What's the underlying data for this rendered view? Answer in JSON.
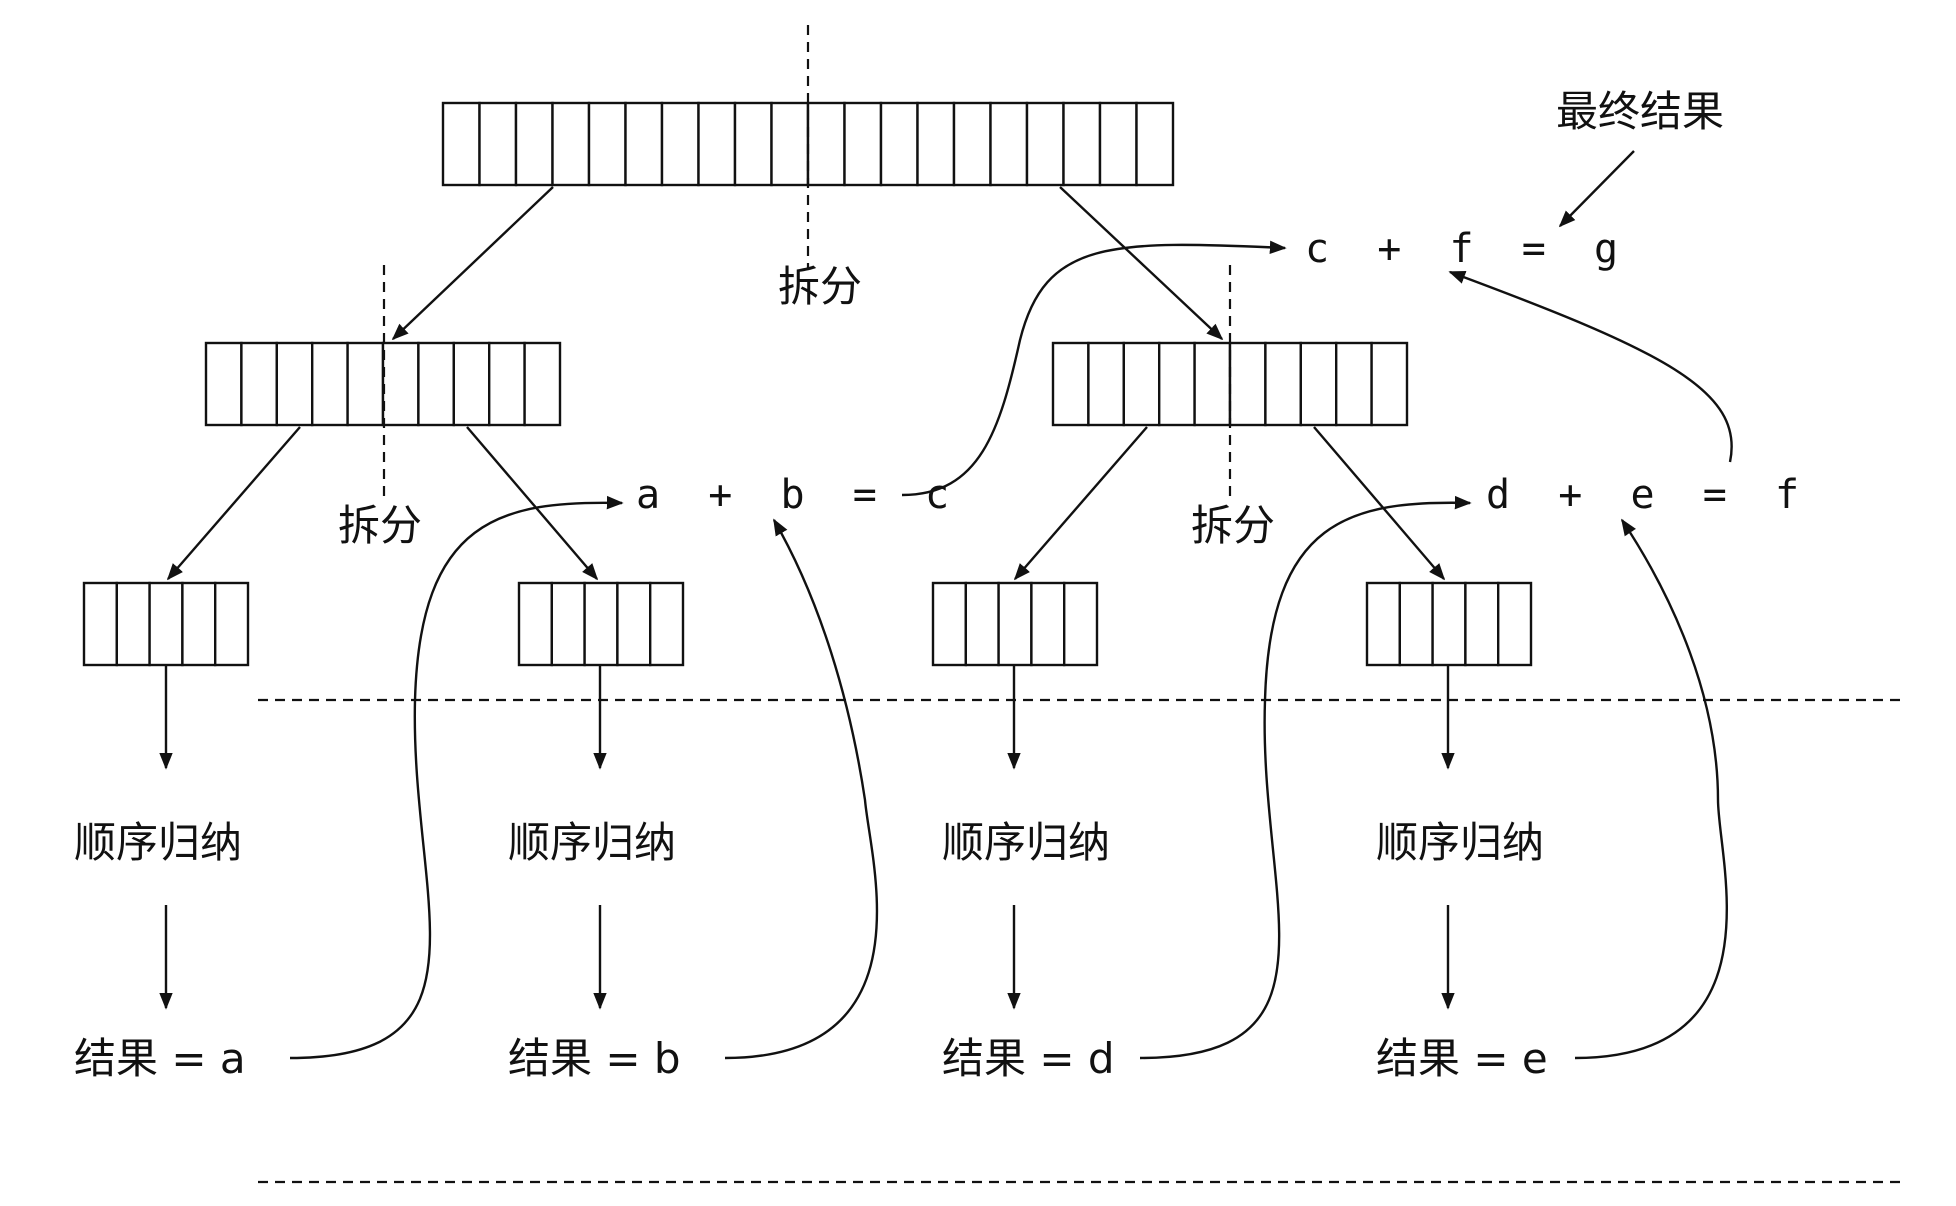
{
  "labels": {
    "split": "拆分",
    "final_result": "最终结果",
    "sequential_reduce": "顺序归纳",
    "result_a": "结果 = a",
    "result_b": "结果 = b",
    "result_d": "结果 = d",
    "result_e": "结果 = e"
  },
  "equations": {
    "ab": "a  +  b  =  c",
    "de": "d  +  e  =  f",
    "cf": "c  +  f  =  g"
  },
  "arrays": {
    "root_cells": 20,
    "mid_cells": 10,
    "leaf_cells": 5
  }
}
